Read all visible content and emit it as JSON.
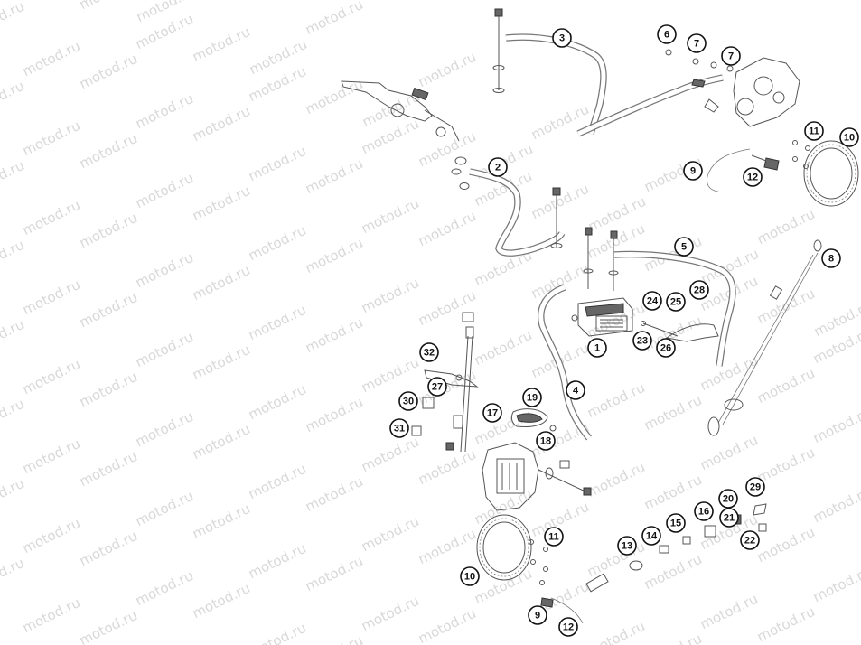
{
  "watermark": "motod.ru",
  "labels": [
    "1",
    "2",
    "3",
    "4",
    "5",
    "6",
    "7",
    "7",
    "8",
    "9",
    "10",
    "11",
    "12",
    "9",
    "10",
    "11",
    "12",
    "13",
    "14",
    "15",
    "16",
    "17",
    "18",
    "19",
    "20",
    "21",
    "22",
    "23",
    "24",
    "25",
    "26",
    "27",
    "28",
    "29",
    "30",
    "31",
    "32"
  ]
}
